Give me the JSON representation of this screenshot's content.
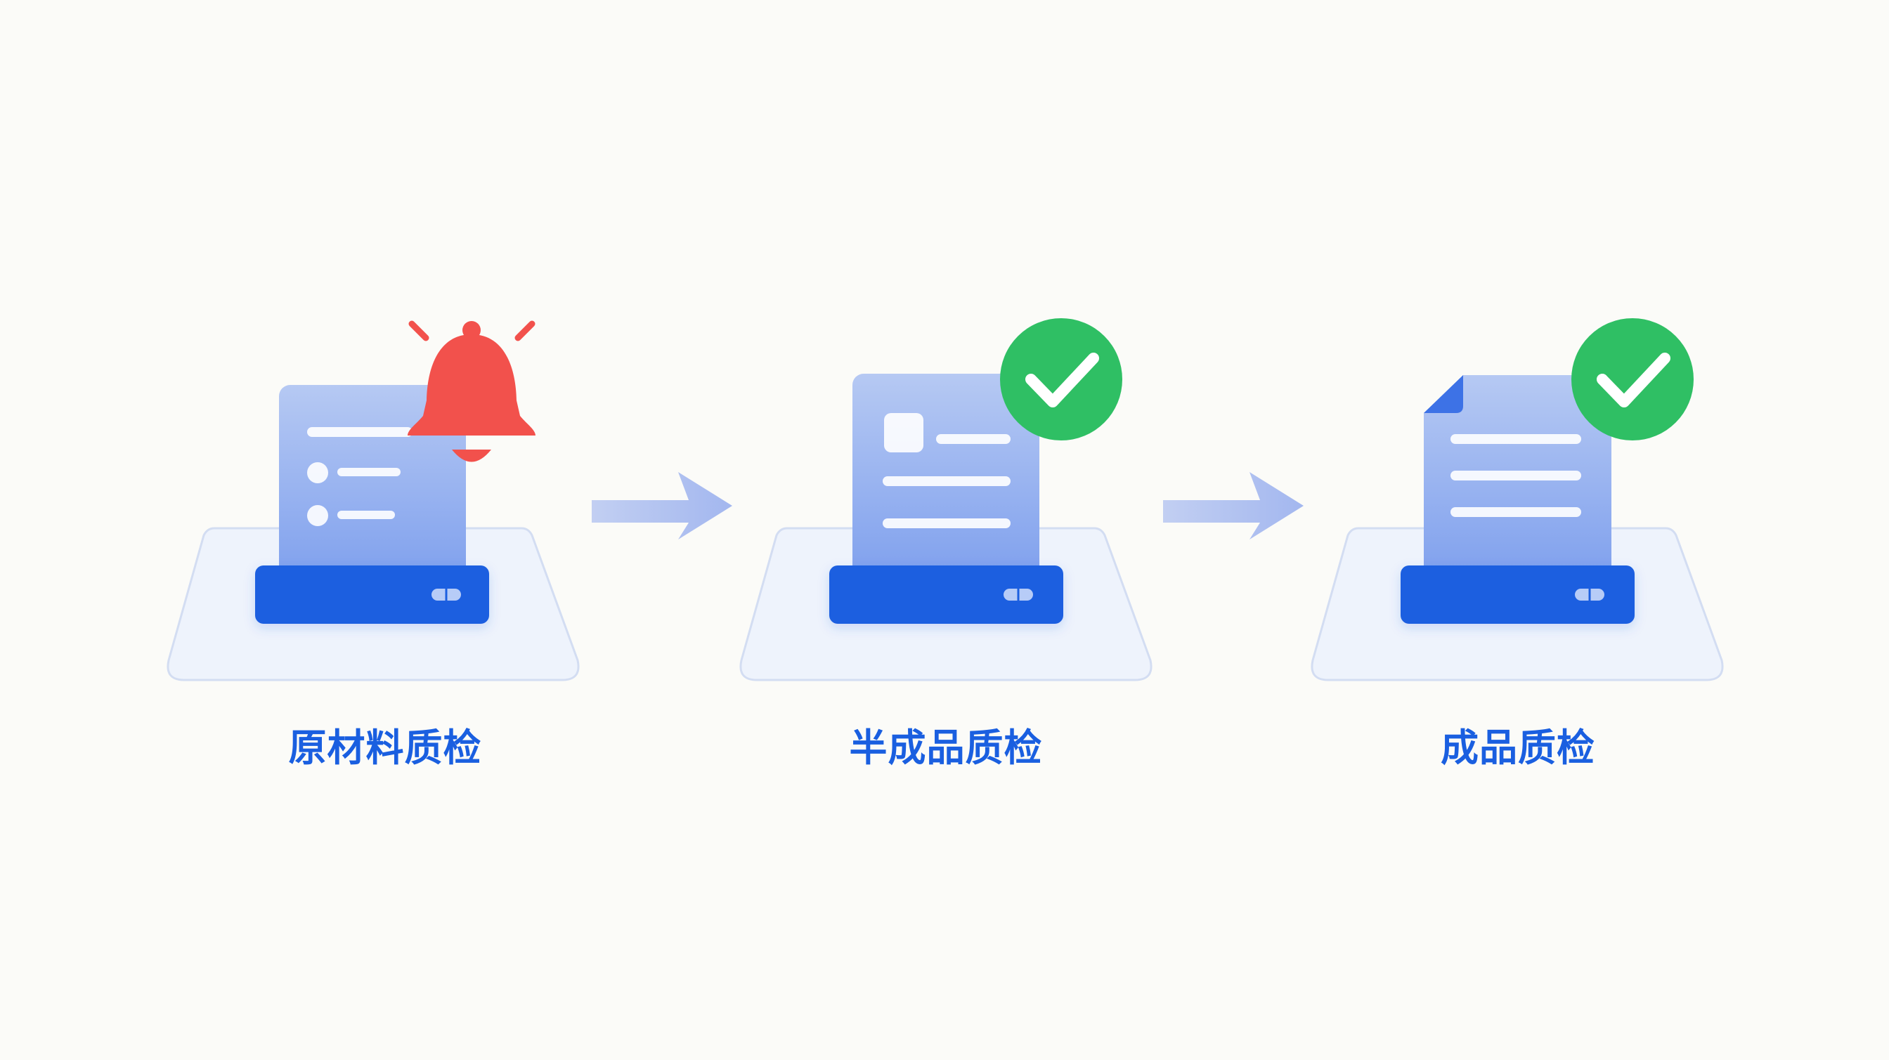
{
  "colors": {
    "background": "#fbfbf8",
    "platform_fill": "#eef3fc",
    "platform_stroke": "#d4def3",
    "document_top": "#b4c8f3",
    "document_bottom": "#7d9fee",
    "document_lines": "#ffffff",
    "tray": "#1a5fe0",
    "tray_slot": "#b7ccf7",
    "arrow": "#aebff0",
    "label_text": "#1a5fe0",
    "alert_red": "#f2514c",
    "success_green": "#2fbf64"
  },
  "stages": [
    {
      "label": "原材料质检",
      "status_icon": "bell-alert-icon",
      "document_icon": "checklist-document-icon"
    },
    {
      "label": "半成品质检",
      "status_icon": "check-circle-icon",
      "document_icon": "form-document-icon"
    },
    {
      "label": "成品质检",
      "status_icon": "check-circle-icon",
      "document_icon": "folded-document-icon"
    }
  ],
  "connectors": [
    {
      "icon": "arrow-right-icon"
    },
    {
      "icon": "arrow-right-icon"
    }
  ]
}
